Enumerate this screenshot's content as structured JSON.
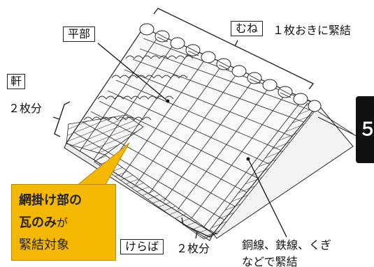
{
  "labels": {
    "heibu": "平部",
    "mune": "むね",
    "mune_note": "１枚おきに緊結",
    "noki": "軒",
    "noki_count": "２枚分",
    "keraba": "けらば",
    "keraba_count": "２枚分",
    "wire_line1": "銅線、鉄線、くぎ",
    "wire_line2": "などで緊結",
    "side_tab": "５"
  },
  "callout": {
    "line1": "網掛け部の",
    "line2_bold": "瓦のみ",
    "line2_rest": "が",
    "line3": "緊結対象"
  },
  "colors": {
    "callout_fill": "#f5b800",
    "line": "#222222",
    "tab": "#111111"
  }
}
